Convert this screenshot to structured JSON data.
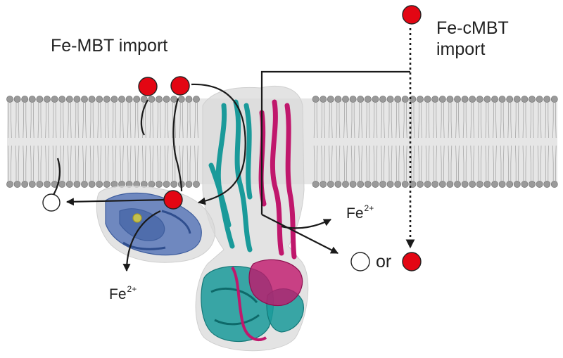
{
  "labels": {
    "fe_mbt_import": "Fe-MBT import",
    "fe_cmbt_import_line1": "Fe-cMBT",
    "fe_cmbt_import_line2": "import",
    "fe_left_base": "Fe",
    "fe_left_charge": "2+",
    "fe_right_base": "Fe",
    "fe_right_charge": "2+",
    "or": "or"
  },
  "colors": {
    "iron_red": "#e30613",
    "membrane_band": "#e6e6e6",
    "lipid_head": "#9a9a9a",
    "teal_protein": "#1a9a9a",
    "magenta_protein": "#c0176c",
    "blue_protein": "#5a78b8",
    "envelope": "#d9d9d9",
    "arrow": "#1a1a1a"
  },
  "icons": {
    "iron_siderophore": "red-filled-circle",
    "free_siderophore": "white-open-circle"
  }
}
